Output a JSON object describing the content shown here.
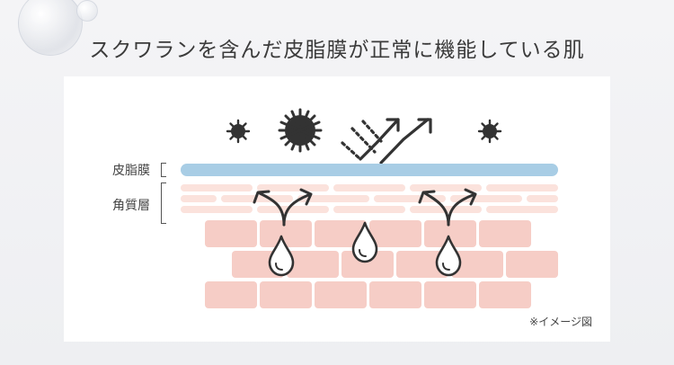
{
  "title": "スクワランを含んだ皮脂膜が正常に機能している肌",
  "labels": {
    "sebum_film": "皮脂膜",
    "stratum_corneum": "角質層"
  },
  "note": "※イメージ図",
  "colors": {
    "sebum_film": "#a8cde5",
    "skin_cells": "#f6cdc6",
    "dark_icon": "#333333",
    "background": "#f1f1f3"
  },
  "icons": [
    "dust-particle-icon",
    "deflect-arrows-icon",
    "moisture-arrow-icon",
    "water-drop-icon"
  ]
}
